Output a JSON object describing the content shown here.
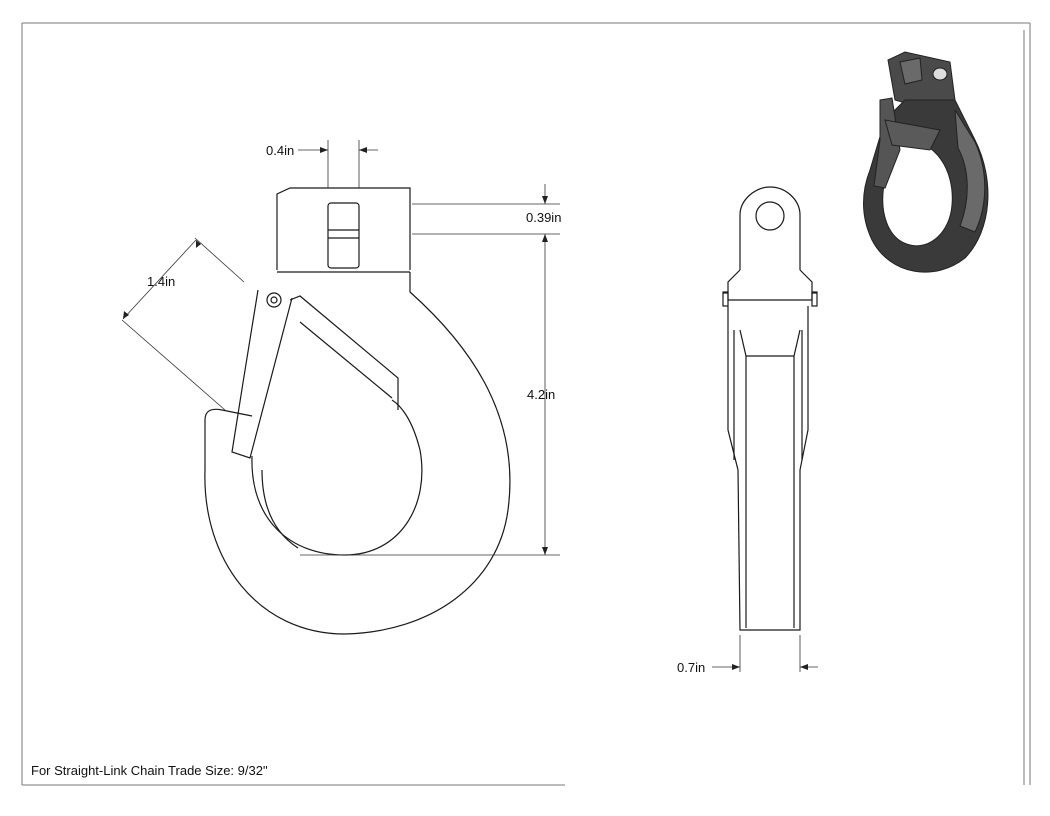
{
  "dimensions": {
    "throat_width": "0.4in",
    "top_slot_depth": "0.39in",
    "latch_length": "1.4in",
    "overall_height": "4.2in",
    "side_thickness": "0.7in"
  },
  "footnote": "For Straight-Link Chain Trade Size: 9/32\"",
  "colors": {
    "line": "#1a1a1a",
    "dim_line": "#333333",
    "render_dark": "#3a3a3a",
    "render_mid": "#5a5a5a",
    "render_light": "#8a8a8a"
  }
}
